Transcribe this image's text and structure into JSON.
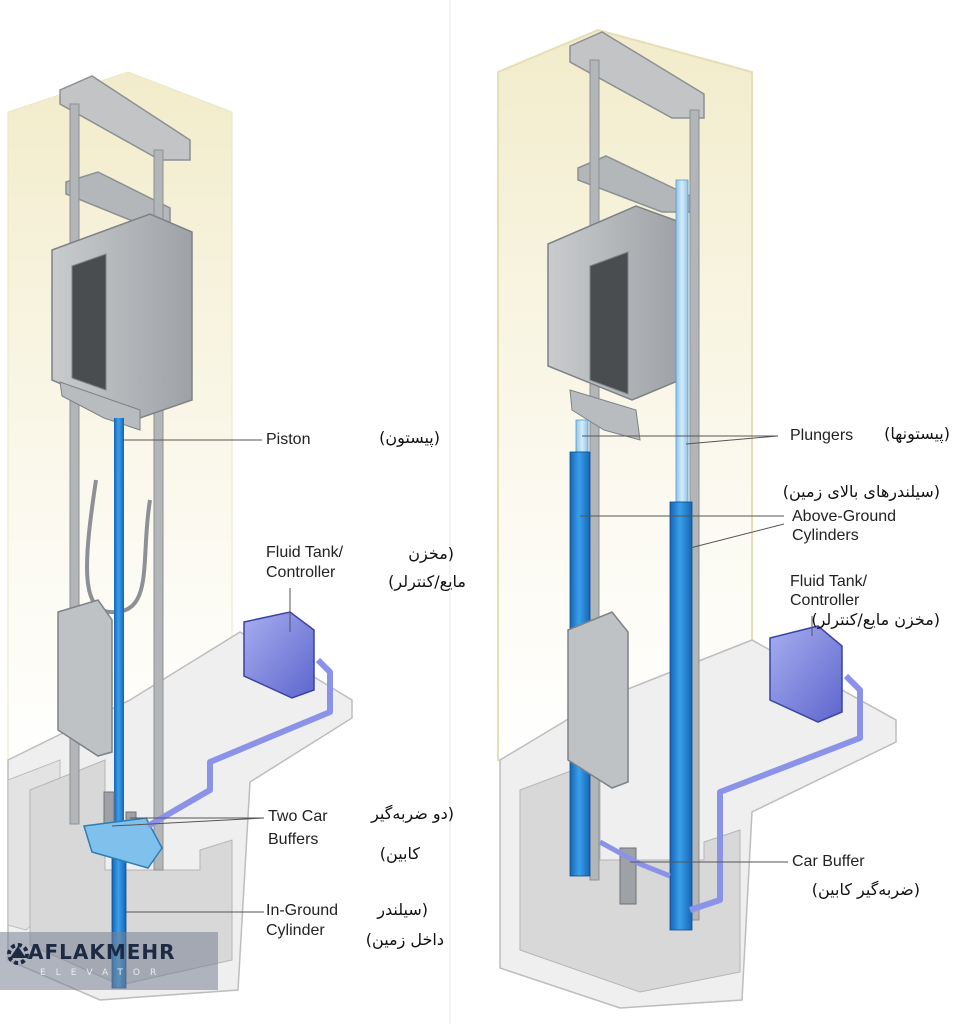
{
  "left_diagram": {
    "piston": {
      "en": "Piston",
      "fa": "(پیستون)"
    },
    "fluid_tank": {
      "en_line1": "Fluid Tank/",
      "en_line2": "Controller",
      "fa_line1": "(مخزن",
      "fa_line2": "مایع/کنترلر)"
    },
    "buffers": {
      "en_line1": "Two Car",
      "en_line2": "Buffers",
      "fa_line1": "(دو ضربه‌گیر",
      "fa_line2": "کابین)"
    },
    "cylinder": {
      "en_line1": "In-Ground",
      "en_line2": "Cylinder",
      "fa_line1": "(سیلندر",
      "fa_line2": "داخل زمین)"
    }
  },
  "right_diagram": {
    "plungers": {
      "en": "Plungers",
      "fa": "(پیستونها)"
    },
    "above_ground": {
      "fa": "(سیلندرهای بالای زمین)",
      "en_line1": "Above-Ground",
      "en_line2": "Cylinders"
    },
    "fluid_tank": {
      "en_line1": "Fluid Tank/",
      "en_line2": "Controller",
      "fa": "(مخزن مایع/کنترلر)"
    },
    "car_buffer": {
      "en": "Car Buffer",
      "fa": "(ضربه‌گیر کابین)"
    }
  },
  "logo": {
    "name": "AFLAKMEHR",
    "sub": "ELEVATOR"
  },
  "colors": {
    "shaft_glow": "#f7f3dc",
    "cylinder_blue": "#1f7fd0",
    "tank_blue": "#7d86e0",
    "concrete": "#ececec",
    "steel": "#b9bcbf"
  }
}
